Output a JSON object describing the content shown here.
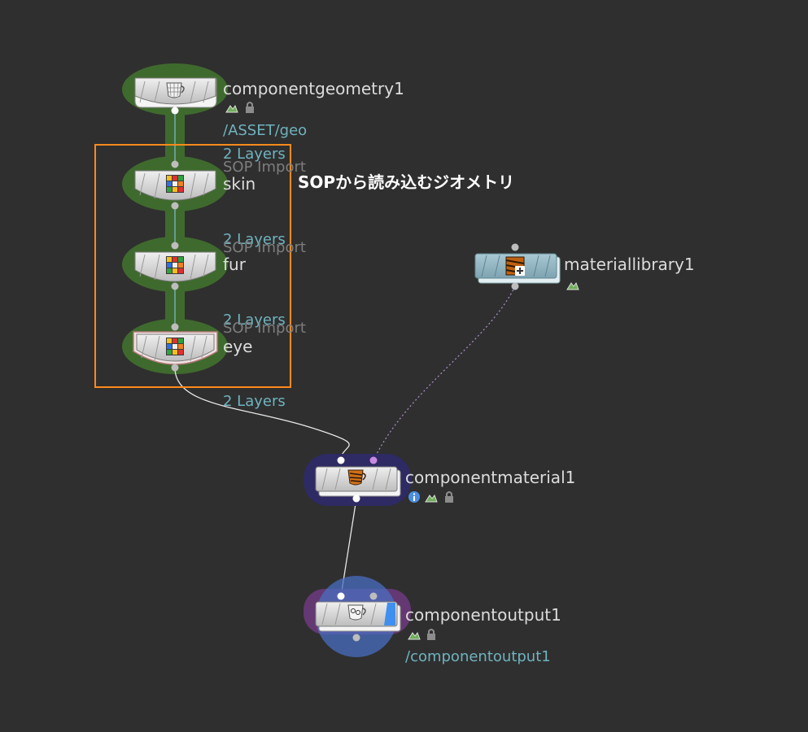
{
  "nodes": {
    "componentgeometry": {
      "name": "componentgeometry1",
      "path": "/ASSET/geo"
    },
    "skin": {
      "name": "skin",
      "type": "SOP Import",
      "layers": "2 Layers"
    },
    "fur": {
      "name": "fur",
      "type": "SOP Import",
      "layers": "2 Layers"
    },
    "eye": {
      "name": "eye",
      "type": "SOP Import",
      "layers": "2 Layers"
    },
    "eye_output": {
      "layers": "2 Layers"
    },
    "materiallibrary": {
      "name": "materiallibrary1"
    },
    "componentmaterial": {
      "name": "componentmaterial1"
    },
    "componentoutput": {
      "name": "componentoutput1",
      "path": "/componentoutput1"
    }
  },
  "annotation": {
    "text": "SOPから読み込むジオメトリ"
  },
  "colors": {
    "background": "#2f2f2f",
    "selection_box": "#ff8a1c",
    "sop_import_halo": "#3f6a2e",
    "material_halo": "#2e2a63",
    "output_halo_purple": "#6a3a7a",
    "output_halo_blue": "#4a6ec0",
    "node_body": "#d9d9d9",
    "matlib_body": "#8fb4c2"
  },
  "icons": {
    "componentgeometry": "teacup-wireframe-icon",
    "sop_import": "rubik-cube-icon",
    "materiallibrary": "material-box-plus-icon",
    "componentmaterial": "tiger-teacup-icon",
    "componentoutput": "teacup-output-icon",
    "display_flag": "display-flag-icon",
    "lock": "lock-icon",
    "info": "info-icon"
  }
}
